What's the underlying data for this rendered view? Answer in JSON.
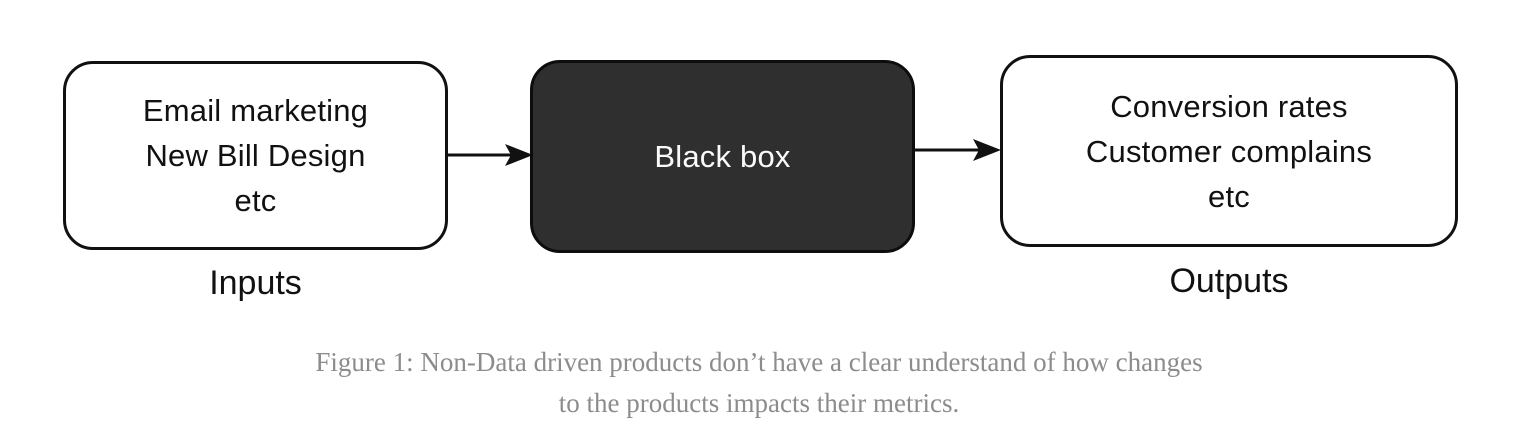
{
  "diagram": {
    "input_box": {
      "lines": [
        "Email marketing",
        "New Bill Design",
        "etc"
      ],
      "label": "Inputs"
    },
    "black_box": {
      "label": "Black box"
    },
    "output_box": {
      "lines": [
        "Conversion rates",
        "Customer complains",
        "etc"
      ],
      "label": "Outputs"
    }
  },
  "caption": {
    "line1": "Figure 1: Non-Data driven products don’t have a clear understand of how changes",
    "line2": "to the products impacts their metrics."
  },
  "colors": {
    "background": "#ffffff",
    "box_border": "#111111",
    "box_fill": "#ffffff",
    "black_box_fill": "#2f2f2f",
    "black_box_text": "#fafafa",
    "diagram_text": "#111111",
    "arrow": "#111111",
    "caption_text": "#8c8c8c"
  }
}
